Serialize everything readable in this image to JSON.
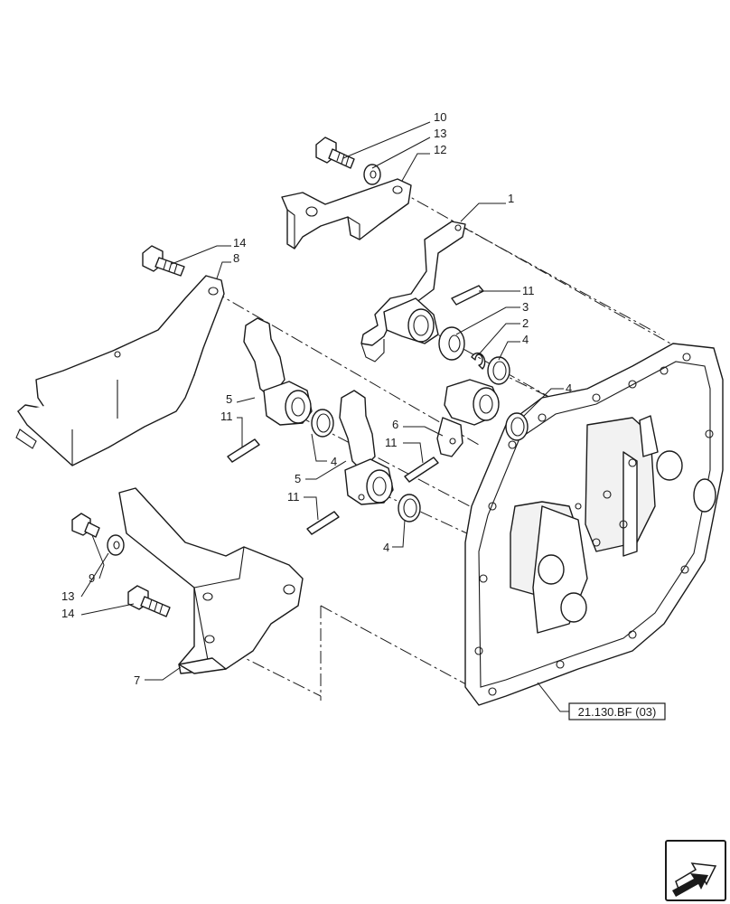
{
  "callouts": {
    "c10": "10",
    "c13a": "13",
    "c12": "12",
    "c1": "1",
    "c14a": "14",
    "c8": "8",
    "c11a": "11",
    "c3": "3",
    "c2": "2",
    "c4a": "4",
    "c4b": "4",
    "c5a": "5",
    "c11b": "11",
    "c6": "6",
    "c11c": "11",
    "c4c": "4",
    "c5b": "5",
    "c11d": "11",
    "c4d": "4",
    "c9": "9",
    "c13b": "13",
    "c14b": "14",
    "c7": "7"
  },
  "reference_label": "21.130.BF (03)",
  "icons": {
    "nav": "arrow-navigation-icon"
  }
}
